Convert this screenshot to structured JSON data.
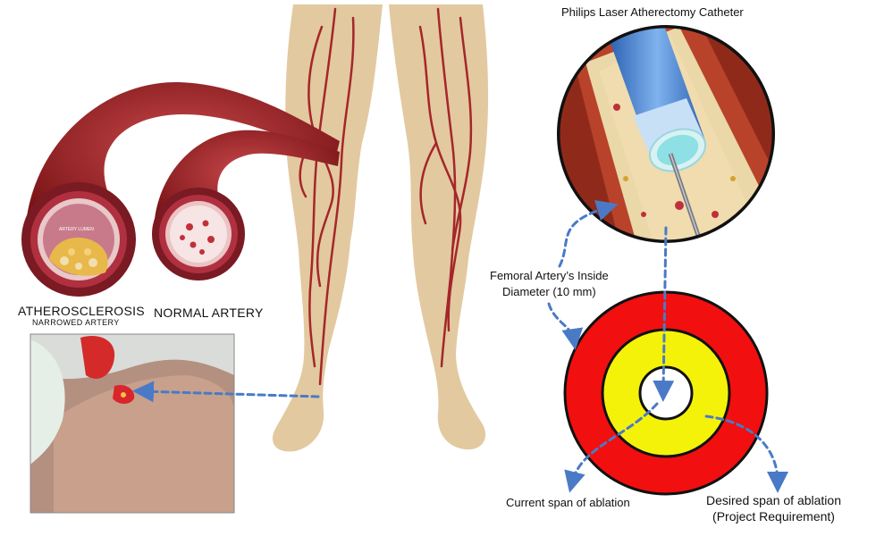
{
  "catheter_title": "Philips Laser Atherectomy Catheter",
  "femoral_label_line1": "Femoral Artery’s Inside",
  "femoral_label_line2": "Diameter (10 mm)",
  "current_span_label": "Current span of ablation",
  "desired_span_line1": "Desired span of ablation",
  "desired_span_line2": "(Project Requirement)",
  "atherosclerosis_label": "ATHEROSCLEROSIS",
  "narrowed_artery_label": "NARROWED ARTERY",
  "normal_artery_label": "NORMAL ARTERY",
  "artery_lumen_label": "ARTERY LUMEN",
  "colors": {
    "outer_ring": "#f20f0f",
    "middle_ring": "#f5f20a",
    "inner_circle": "#ffffff",
    "ring_stroke": "#111111",
    "arrow": "#4a7ac6",
    "artery": "#a5262a",
    "leg": "#e2c9a0"
  }
}
